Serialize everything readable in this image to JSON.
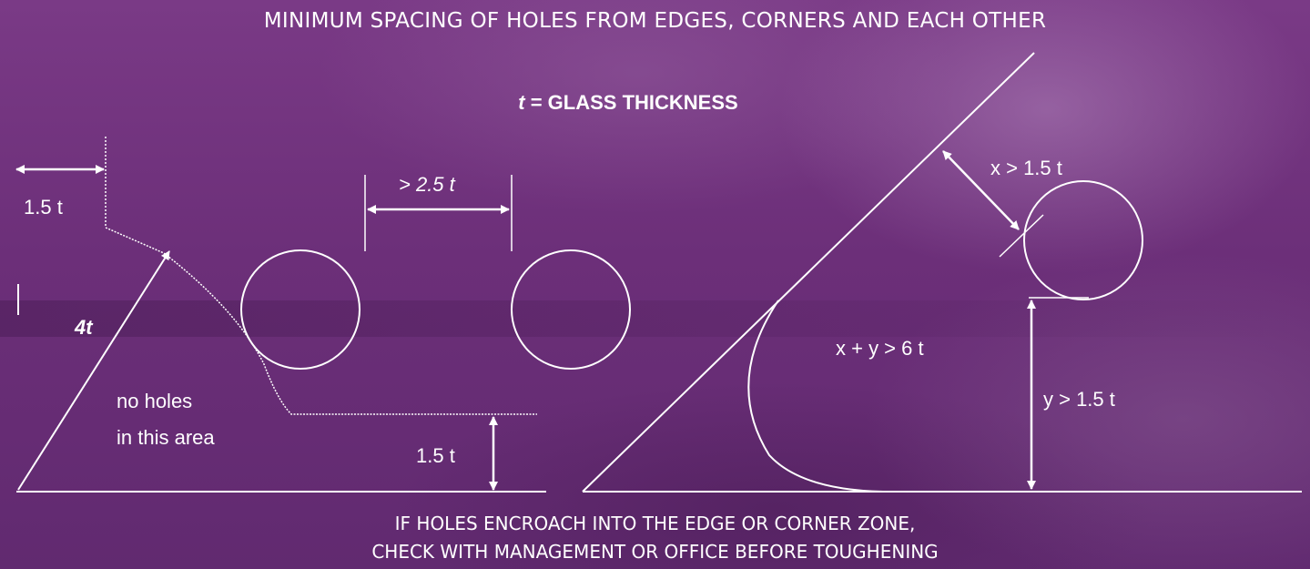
{
  "title": "MINIMUM SPACING OF HOLES FROM EDGES, CORNERS AND EACH OTHER",
  "definition": {
    "variable": "t",
    "rest": " = GLASS THICKNESS"
  },
  "left_panel": {
    "edge_offset_label": "1.5 t",
    "radius_label": "4t",
    "no_holes_line1": "no holes",
    "no_holes_line2": "in this area",
    "bottom_offset_label": "1.5 t"
  },
  "middle_panel": {
    "spacing_label": "> 2.5 t"
  },
  "right_panel": {
    "edge_x_label": "x > 1.5 t",
    "sum_label": "x + y > 6 t",
    "edge_y_label": "y > 1.5 t"
  },
  "footer": {
    "line1": "IF HOLES ENCROACH INTO THE EDGE OR CORNER ZONE,",
    "line2": "CHECK WITH MANAGEMENT OR OFFICE BEFORE TOUGHENING"
  },
  "colors": {
    "background": "#6a2e75",
    "line": "#ffffff"
  }
}
